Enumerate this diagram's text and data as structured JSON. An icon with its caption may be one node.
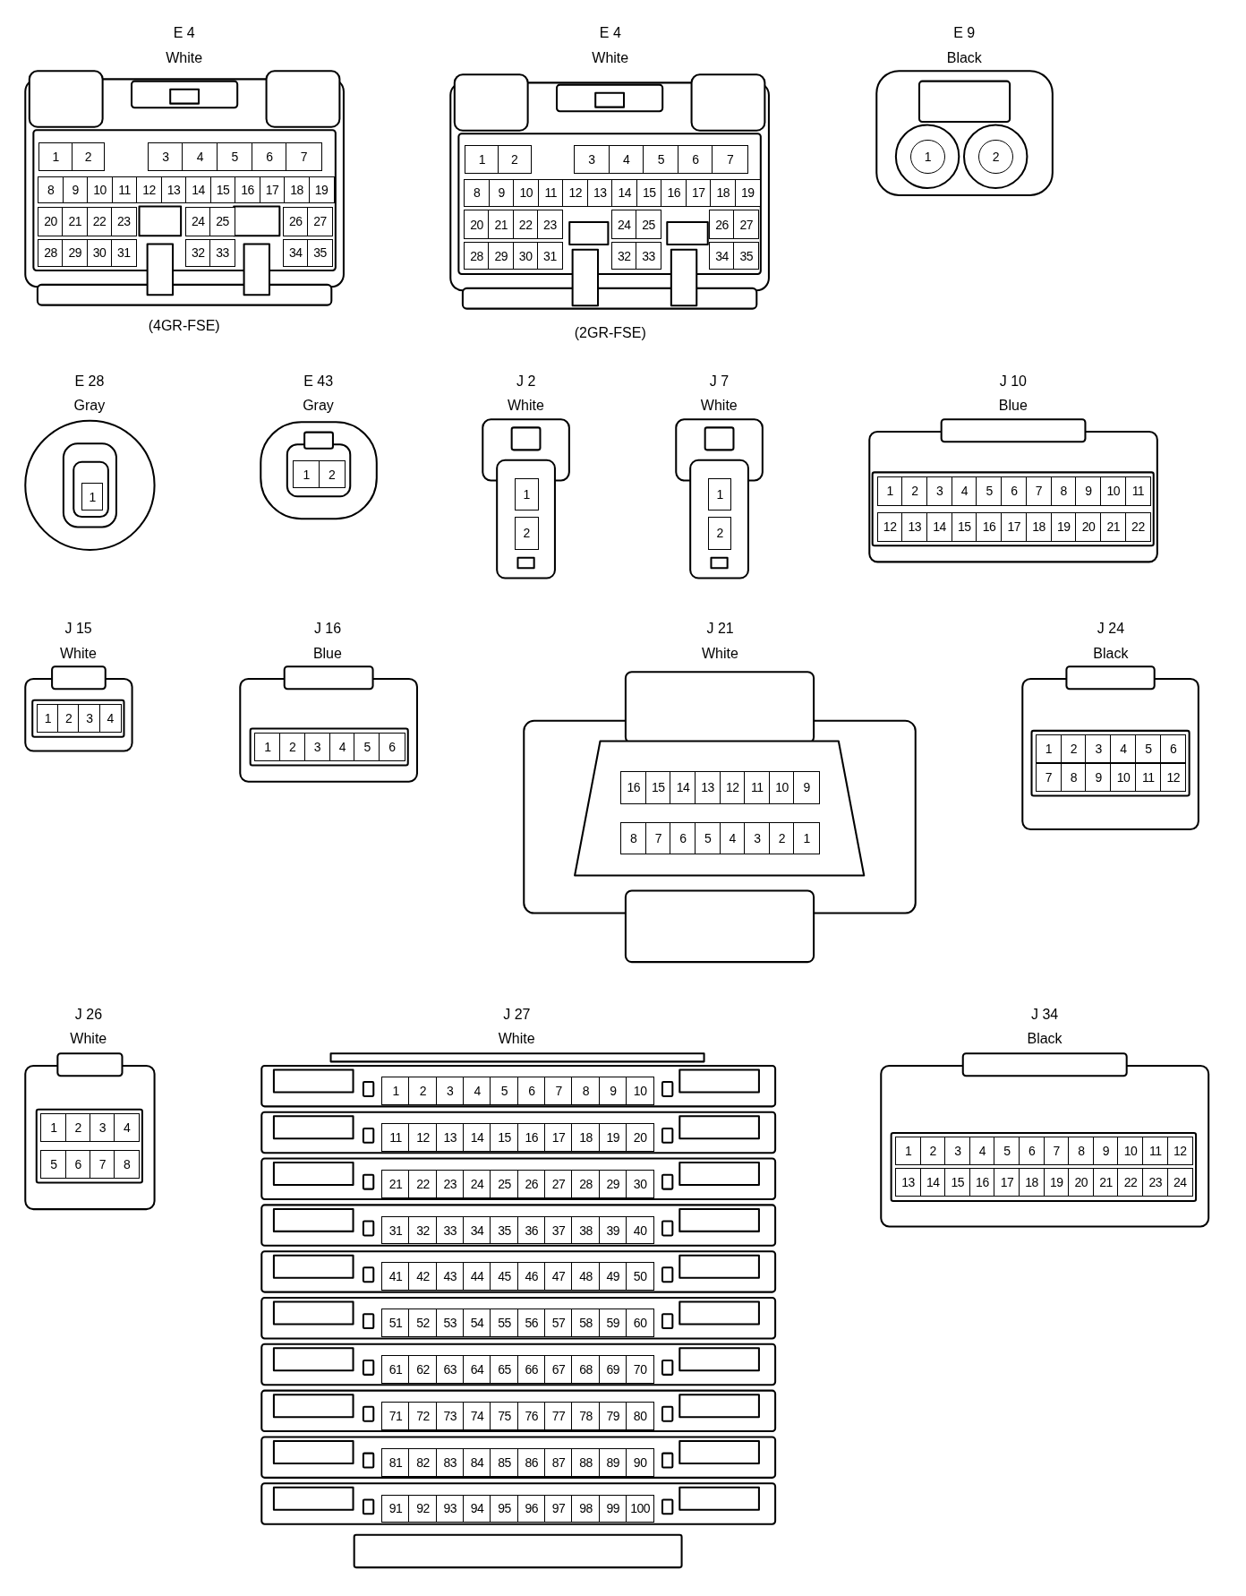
{
  "diagram": {
    "nodes": [
      {
        "text": [
          "E 4",
          "White",
          "1",
          "2",
          "3",
          "4",
          "5",
          "6",
          "7",
          "8",
          "9",
          "10",
          "11",
          "12",
          "13",
          "14",
          "15",
          "16",
          "17",
          "18",
          "19",
          "20",
          "21",
          "22",
          "23",
          "24",
          "25",
          "26",
          "27",
          "28",
          "29",
          "30",
          "31",
          "32",
          "33",
          "34",
          "35"
        ],
        "beside": [
          "(4GR-FSE)"
        ]
      },
      {
        "text": [
          "E 4",
          "White",
          "1",
          "2",
          "3",
          "4",
          "5",
          "6",
          "7",
          "8",
          "9",
          "10",
          "11",
          "12",
          "13",
          "14",
          "15",
          "16",
          "17",
          "18",
          "19",
          "20",
          "21",
          "22",
          "23",
          "24",
          "25",
          "26",
          "27",
          "28",
          "29",
          "30",
          "31",
          "32",
          "33",
          "34",
          "35"
        ],
        "beside": [
          "(2GR-FSE)"
        ]
      },
      {
        "text": [
          "E 9",
          "Black",
          "1",
          "2"
        ]
      },
      {
        "text": [
          "E 28",
          "Gray",
          "1"
        ]
      },
      {
        "text": [
          "E 43",
          "Gray",
          "1",
          "2"
        ]
      },
      {
        "text": [
          "J 2",
          "White",
          "1",
          "2"
        ]
      },
      {
        "text": [
          "J 7",
          "White",
          "1",
          "2"
        ]
      },
      {
        "text": [
          "J 10",
          "Blue",
          "1",
          "2",
          "3",
          "4",
          "5",
          "6",
          "7",
          "8",
          "9",
          "10",
          "11",
          "12",
          "13",
          "14",
          "15",
          "16",
          "17",
          "18",
          "19",
          "20",
          "21",
          "22"
        ]
      },
      {
        "text": [
          "J 15",
          "White",
          "1",
          "2",
          "3",
          "4"
        ]
      },
      {
        "text": [
          "J 16",
          "Blue",
          "1",
          "2",
          "3",
          "4",
          "5",
          "6"
        ]
      },
      {
        "text": [
          "J 21",
          "White",
          "16",
          "15",
          "14",
          "13",
          "12",
          "11",
          "10",
          "9",
          "8",
          "7",
          "6",
          "5",
          "4",
          "3",
          "2",
          "1"
        ]
      },
      {
        "text": [
          "J 24",
          "Black",
          "1",
          "2",
          "3",
          "4",
          "5",
          "6",
          "7",
          "8",
          "9",
          "10",
          "11",
          "12"
        ]
      },
      {
        "text": [
          "J 26",
          "White",
          "1",
          "2",
          "3",
          "4",
          "5",
          "6",
          "7",
          "8"
        ]
      },
      {
        "text": [
          "J 27",
          "White",
          "1",
          "2",
          "3",
          "4",
          "5",
          "6",
          "7",
          "8",
          "9",
          "10",
          "11",
          "12",
          "13",
          "14",
          "15",
          "16",
          "17",
          "18",
          "19",
          "20",
          "21",
          "22",
          "23",
          "24",
          "25",
          "26",
          "27",
          "28",
          "29",
          "30",
          "31",
          "32",
          "33",
          "34",
          "35",
          "36",
          "37",
          "38",
          "39",
          "40",
          "41",
          "42",
          "43",
          "44",
          "45",
          "46",
          "47",
          "48",
          "49",
          "50",
          "51",
          "52",
          "53",
          "54",
          "55",
          "56",
          "57",
          "58",
          "59",
          "60",
          "61",
          "62",
          "63",
          "64",
          "65",
          "66",
          "67",
          "68",
          "69",
          "70",
          "71",
          "72",
          "73",
          "74",
          "75",
          "76",
          "77",
          "78",
          "79",
          "80",
          "81",
          "82",
          "83",
          "84",
          "85",
          "86",
          "87",
          "88",
          "89",
          "90",
          "91",
          "92",
          "93",
          "94",
          "95",
          "96",
          "97",
          "98",
          "99",
          "100"
        ]
      },
      {
        "text": [
          "J 34",
          "Black",
          "1",
          "2",
          "3",
          "4",
          "5",
          "6",
          "7",
          "8",
          "9",
          "10",
          "11",
          "12",
          "13",
          "14",
          "15",
          "16",
          "17",
          "18",
          "19",
          "20",
          "21",
          "22",
          "23",
          "24"
        ]
      }
    ]
  }
}
